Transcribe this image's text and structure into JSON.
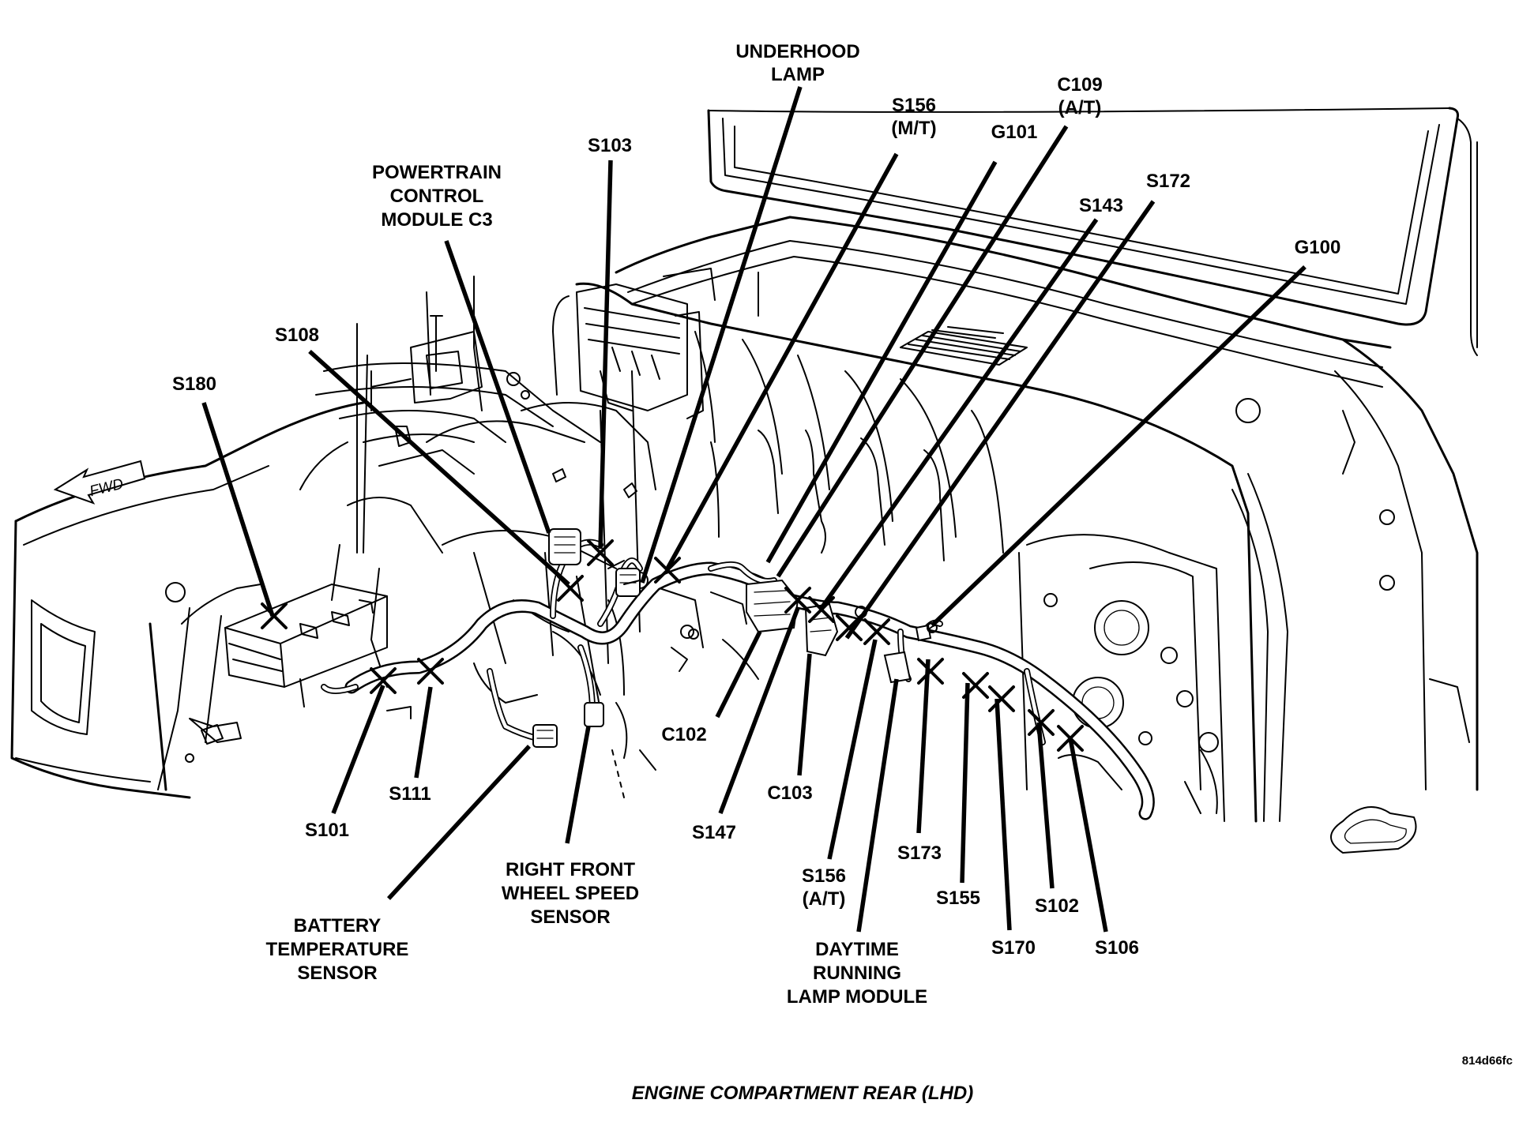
{
  "caption": "ENGINE COMPARTMENT REAR (LHD)",
  "figure_code": "814d66fc",
  "direction_arrow": "FWD",
  "labels": {
    "underhood_lamp": [
      "UNDERHOOD",
      "LAMP"
    ],
    "s156_mt": [
      "S156",
      "(M/T)"
    ],
    "c109_at": [
      "C109",
      "(A/T)"
    ],
    "g101": [
      "G101"
    ],
    "s172": [
      "S172"
    ],
    "s143": [
      "S143"
    ],
    "g100": [
      "G100"
    ],
    "s103": [
      "S103"
    ],
    "pcm_c3": [
      "POWERTRAIN",
      "CONTROL",
      "MODULE C3"
    ],
    "s108": [
      "S108"
    ],
    "s180": [
      "S180"
    ],
    "s101": [
      "S101"
    ],
    "s111": [
      "S111"
    ],
    "battery_temp_sensor": [
      "BATTERY",
      "TEMPERATURE",
      "SENSOR"
    ],
    "rf_wheel_speed_sensor": [
      "RIGHT FRONT",
      "WHEEL SPEED",
      "SENSOR"
    ],
    "c102": [
      "C102"
    ],
    "s147": [
      "S147"
    ],
    "c103": [
      "C103"
    ],
    "s156_at": [
      "S156",
      "(A/T)"
    ],
    "drl_module": [
      "DAYTIME",
      "RUNNING",
      "LAMP MODULE"
    ],
    "s173": [
      "S173"
    ],
    "s155": [
      "S155"
    ],
    "s170": [
      "S170"
    ],
    "s102": [
      "S102"
    ],
    "s106": [
      "S106"
    ]
  }
}
